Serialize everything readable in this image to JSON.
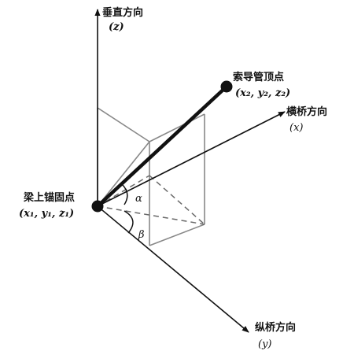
{
  "axes": {
    "z": {
      "name": "垂直方向",
      "symbol": "(z)"
    },
    "x": {
      "name": "横桥方向",
      "symbol": "(x)"
    },
    "y": {
      "name": "纵桥方向",
      "symbol": "(y)"
    }
  },
  "points": {
    "anchor": {
      "name": "梁上锚固点",
      "coords": "(x₁, y₁, z₁)"
    },
    "top": {
      "name": "索导管顶点",
      "coords": "(x₂, y₂, z₂)"
    }
  },
  "angles": {
    "alpha": "α",
    "beta": "β"
  },
  "colors": {
    "ink": "#111111",
    "box": "#888888",
    "dash": "#6a6a6a"
  }
}
